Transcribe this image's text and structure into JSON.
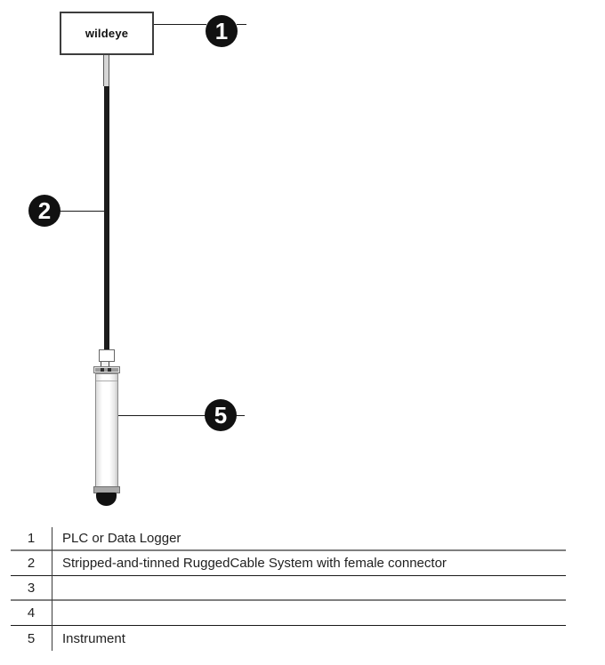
{
  "diagram": {
    "device_label": "wildeye",
    "callouts": [
      {
        "id": "callout-1",
        "number": "1"
      },
      {
        "id": "callout-2",
        "number": "2"
      },
      {
        "id": "callout-5",
        "number": "5"
      }
    ]
  },
  "legend": {
    "rows": [
      {
        "number": "1",
        "description": "PLC or Data Logger"
      },
      {
        "number": "2",
        "description": "Stripped-and-tinned RuggedCable System with female connector"
      },
      {
        "number": "3",
        "description": ""
      },
      {
        "number": "4",
        "description": ""
      },
      {
        "number": "5",
        "description": "Instrument"
      }
    ]
  },
  "colors": {
    "accent_black": "#111111",
    "callout_text": "#ffffff",
    "cable_black": "#1c1c1c",
    "table_heavy_rule": "#7f7f7f",
    "table_light_rule": "#1a1a1a"
  }
}
